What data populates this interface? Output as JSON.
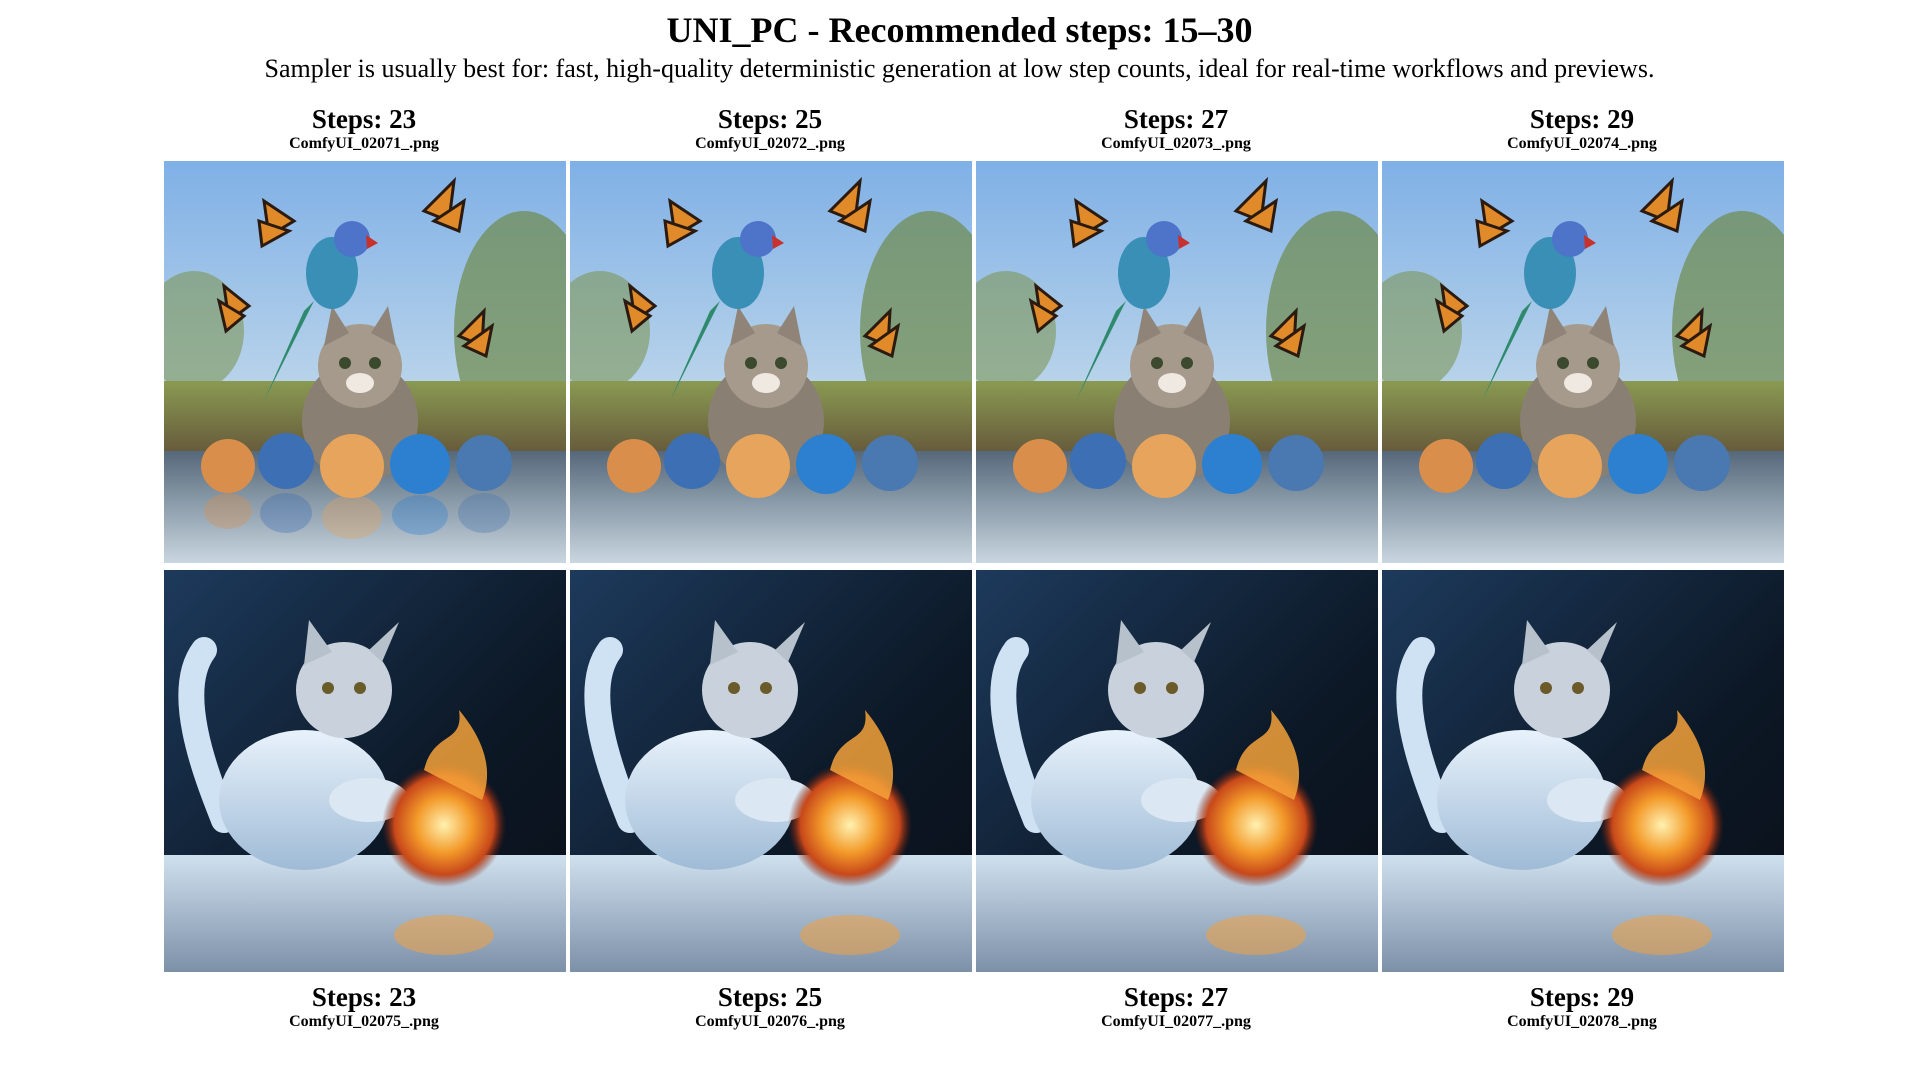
{
  "title": "UNI_PC - Recommended steps: 15–30",
  "subtitle": "Sampler is usually best for: fast, high-quality deterministic generation at low step counts, ideal for real-time workflows and previews.",
  "top_row": [
    {
      "steps": "Steps: 23",
      "file": "ComfyUI_02071_.png"
    },
    {
      "steps": "Steps: 25",
      "file": "ComfyUI_02072_.png"
    },
    {
      "steps": "Steps: 27",
      "file": "ComfyUI_02073_.png"
    },
    {
      "steps": "Steps: 29",
      "file": "ComfyUI_02074_.png"
    }
  ],
  "bottom_row": [
    {
      "steps": "Steps: 23",
      "file": "ComfyUI_02075_.png"
    },
    {
      "steps": "Steps: 25",
      "file": "ComfyUI_02076_.png"
    },
    {
      "steps": "Steps: 27",
      "file": "ComfyUI_02077_.png"
    },
    {
      "steps": "Steps: 29",
      "file": "ComfyUI_02078_.png"
    }
  ]
}
